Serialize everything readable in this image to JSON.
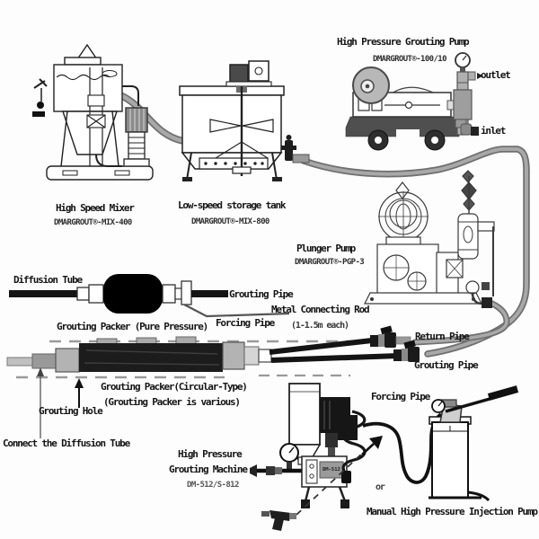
{
  "colors": {
    "hose_dark": "#6f6f6f",
    "hose_light": "#a8a8a8",
    "ink": "#1a1a1a",
    "packer_black": "#141414",
    "metal_gray": "#b3b3b3"
  },
  "equipment": {
    "hp_pump": {
      "title": "High Pressure Grouting Pump",
      "model": "DMARGROUT®-100/10",
      "outlet_label": "outlet",
      "inlet_label": "inlet"
    },
    "mixer": {
      "title": "High Speed Mixer",
      "model": "DMARGROUT®-MIX-400"
    },
    "tank": {
      "title": "Low-speed storage tank",
      "model": "DMARGROUT®-MIX-800"
    },
    "plunger": {
      "title": "Plunger Pump",
      "model": "DMARGROUT®-PGP-3"
    },
    "machine": {
      "title_line1": "High Pressure",
      "title_line2": "Grouting Machine",
      "model": "DM-512/S-812",
      "badge": "DM-512"
    },
    "manual_pump": {
      "title": "Manual High Pressure Injection Pump"
    },
    "or_text": "or"
  },
  "pipes": {
    "diffusion_tube": "Diffusion Tube",
    "grouting_pipe_upper": "Grouting Pipe",
    "metal_connecting_rod": "Metal Connecting Rod",
    "rod_length": "(1-1.5m each)",
    "forcing_pipe_upper": "Forcing Pipe",
    "packer_pure": "Grouting Packer (Pure Pressure)",
    "return_pipe": "Return Pipe",
    "grouting_pipe_lower": "Grouting Pipe",
    "packer_circular": "Grouting Packer(Circular-Type)",
    "packer_various": "(Grouting Packer is various)",
    "grouting_hole": "Grouting Hole",
    "connect_diffusion": "Connect the Diffusion Tube",
    "forcing_pipe_lower": "Forcing Pipe"
  }
}
